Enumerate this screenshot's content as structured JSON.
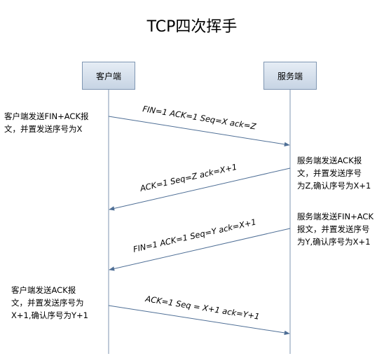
{
  "title": "TCP四次挥手",
  "client_label": "客户端",
  "server_label": "服务端",
  "notes": [
    {
      "lines": [
        "客户端发送FIN+ACK报",
        "文，并置发送序号为X"
      ]
    },
    {
      "lines": [
        "服务端发送ACK报",
        "文，并置发送序号",
        "为Z,确认序号为X+1"
      ]
    },
    {
      "lines": [
        "服务端发送FIN+ACK",
        "报文，并置发送序号",
        "为Y,确认序号为X+1"
      ]
    },
    {
      "lines": [
        "客户端发送ACK报",
        "文，并置发送序号为",
        "X+1,确认序号为Y+1"
      ]
    }
  ],
  "messages": [
    {
      "label": "FIN=1 ACK=1  Seq=X  ack=Z",
      "direction": "client-to-server"
    },
    {
      "label": "ACK=1 Seq=Z ack=X+1",
      "direction": "server-to-client"
    },
    {
      "label": "FIN=1 ACK=1  Seq=Y  ack=X+1",
      "direction": "server-to-client"
    },
    {
      "label": "ACK=1 Seq = X+1 ack=Y+1",
      "direction": "client-to-server"
    }
  ],
  "colors": {
    "lifeline": "#7f96b2",
    "arrow": "#4f6f96"
  }
}
